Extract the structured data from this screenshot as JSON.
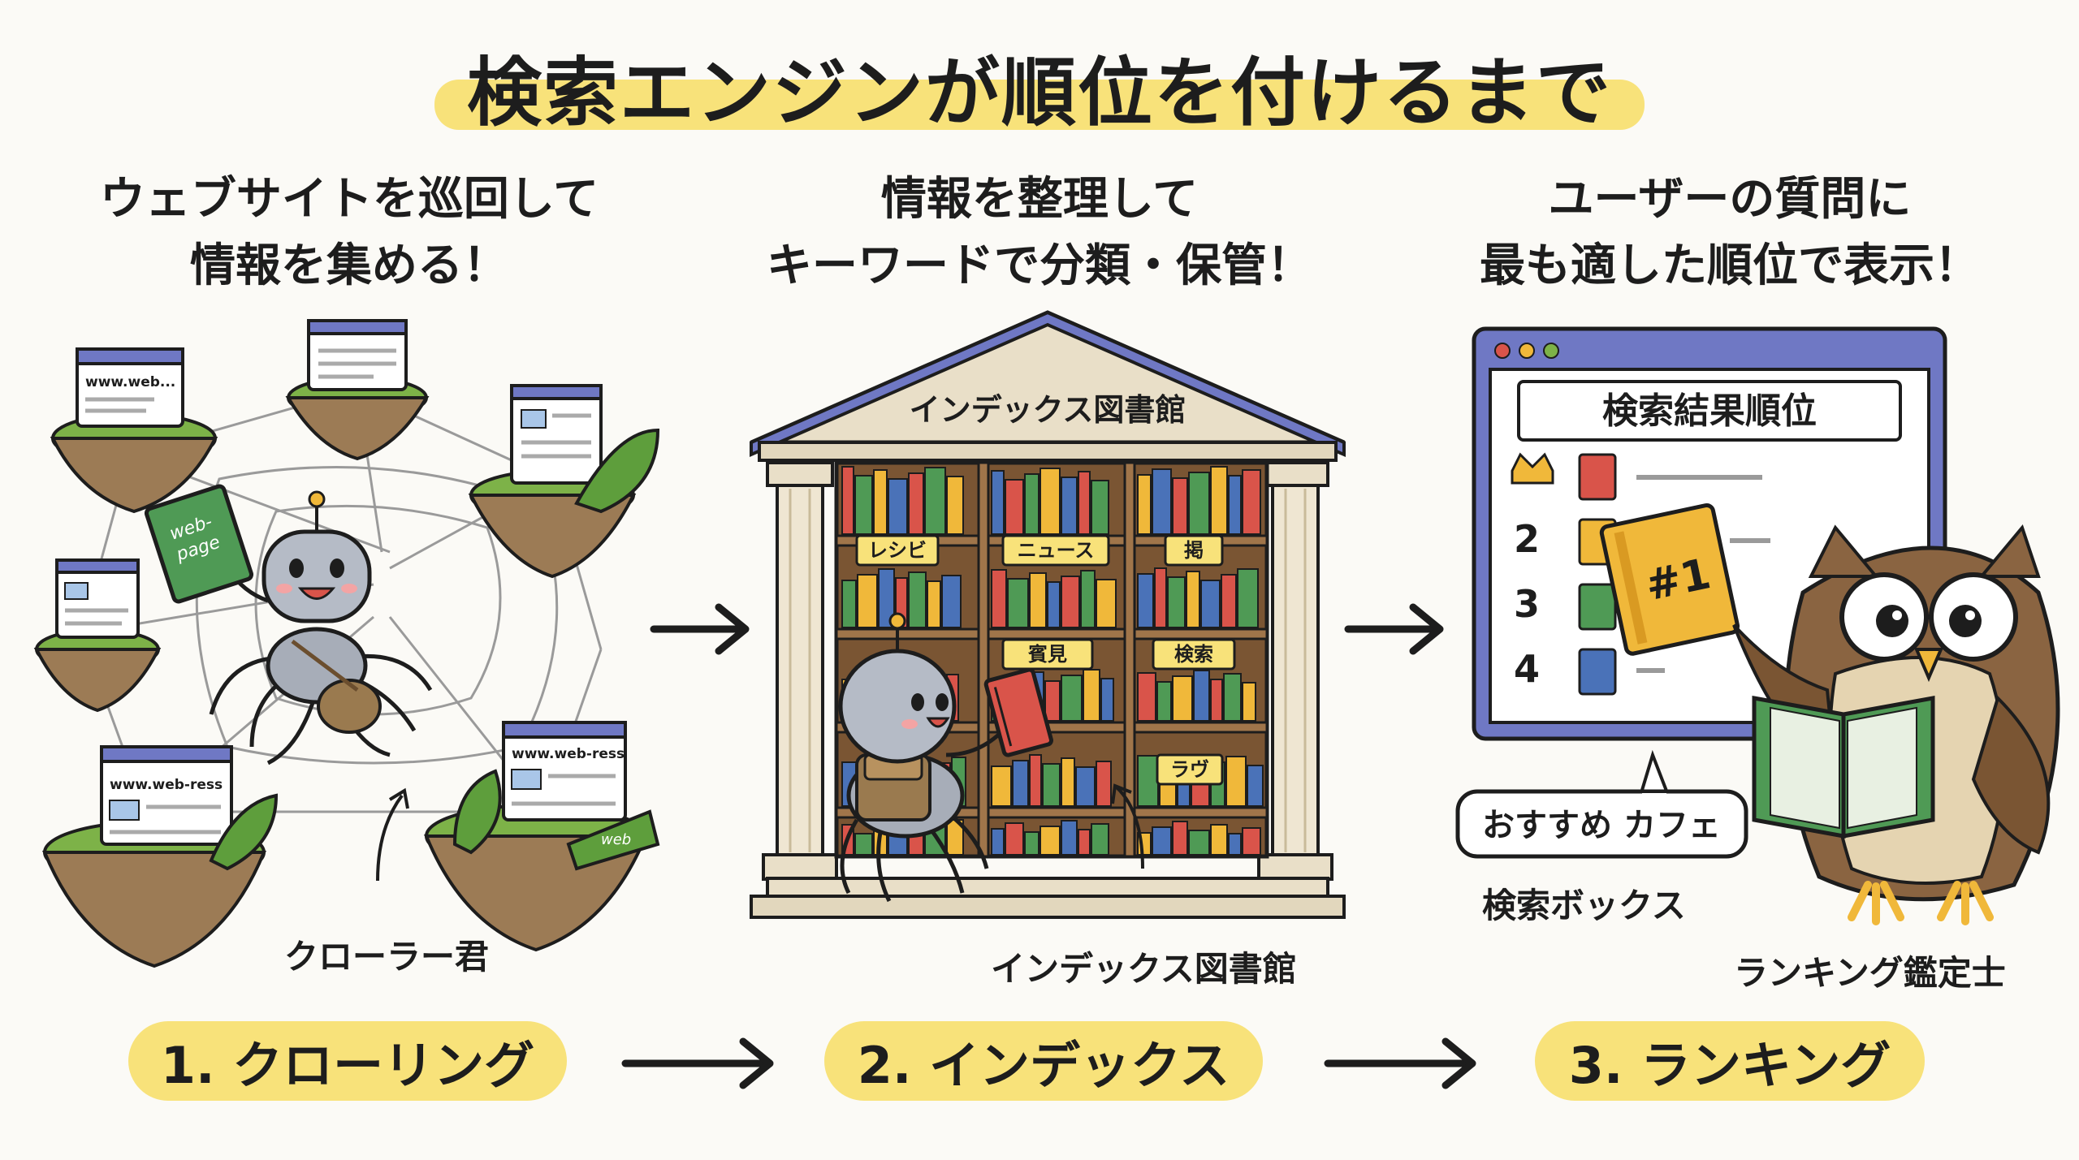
{
  "title": "検索エンジンが順位を付けるまで",
  "captions": {
    "crawl": [
      "ウェブサイトを巡回して",
      "情報を集める！"
    ],
    "index": [
      "情報を整理して",
      "キーワードで分類・保管！"
    ],
    "rank": [
      "ユーザーの質問に",
      "最も適した順位で表示！"
    ]
  },
  "crawl_scene": {
    "pages": [
      "www.web...",
      "www.web-ress",
      "www.web-ress"
    ],
    "book_label": "web-\npage",
    "book_small_label": "web",
    "character_label": "クローラー君"
  },
  "index_scene": {
    "building_sign": "インデックス図書館",
    "shelf_tags": [
      "レシビ",
      "ニュース",
      "掲",
      "賓見",
      "検索",
      "ラヴ"
    ],
    "label": "インデックス図書館"
  },
  "rank_scene": {
    "window_title": "検索結果順位",
    "ranks": [
      "2",
      "3",
      "4"
    ],
    "book_label": "#1",
    "search_query": "おすすめ カフェ",
    "search_label": "検索ボックス",
    "character_label": "ランキング鑑定士"
  },
  "steps": [
    "1. クローリング",
    "2. インデックス",
    "3. ランキング"
  ],
  "colors": {
    "highlight": "#f8e27a",
    "ink": "#1d1d1d",
    "grass": "#7db248",
    "book_green": "#4f9a55",
    "book_red": "#d9544a",
    "book_yellow": "#f0b83a",
    "book_blue": "#4a72b8",
    "window_frame": "#6f78c4"
  }
}
